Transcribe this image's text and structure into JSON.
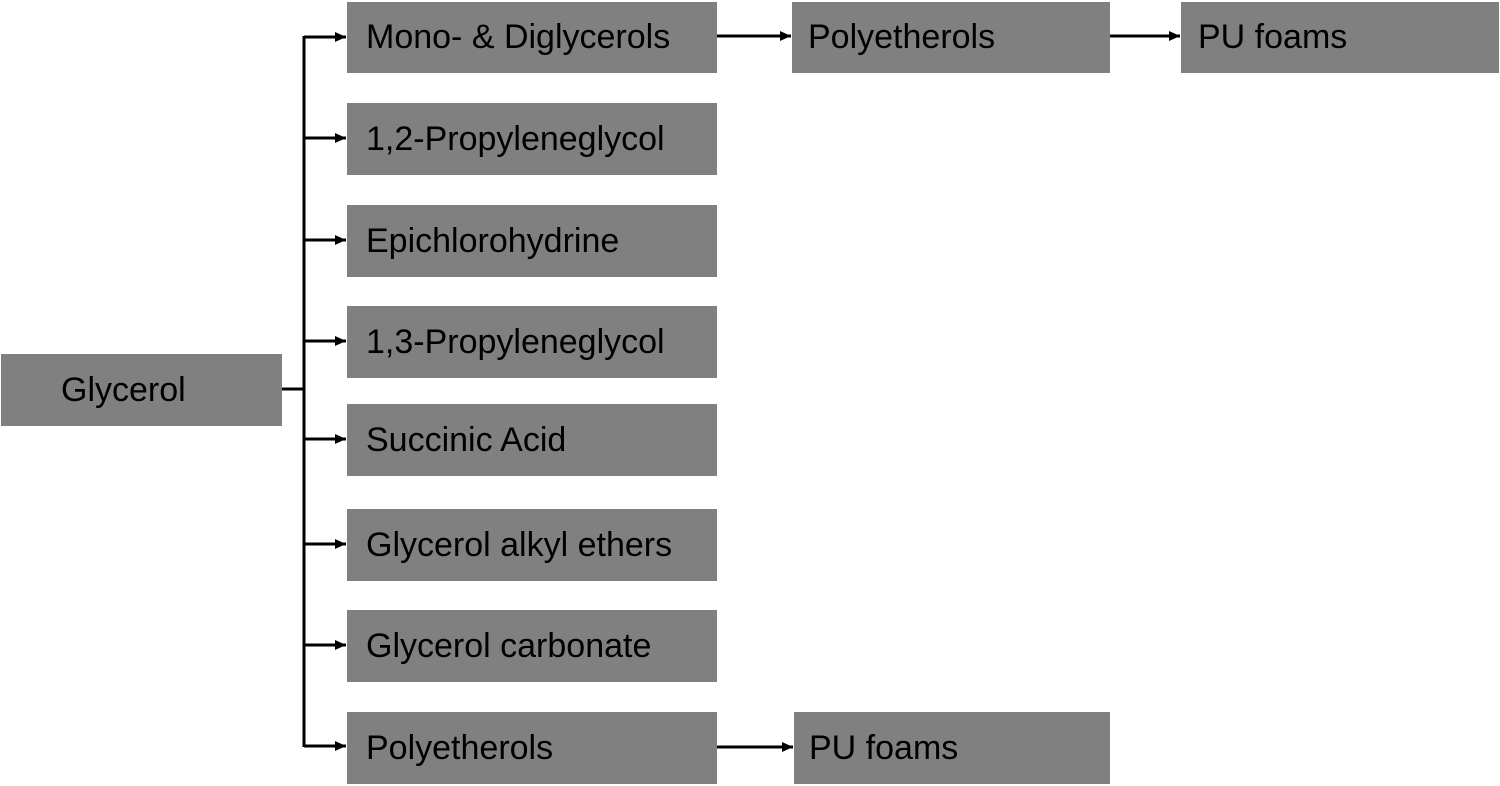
{
  "nodes": {
    "glycerol": "Glycerol",
    "mono_diglycerols": "Mono- & Diglycerols",
    "polyetherols_a": "Polyetherols",
    "pu_foams_a": "PU foams",
    "propyleneglycol_12": "1,2-Propyleneglycol",
    "epichlorohydrine": "Epichlorohydrine",
    "propyleneglycol_13": "1,3-Propyleneglycol",
    "succinic_acid": "Succinic Acid",
    "glycerol_alkyl_ethers": "Glycerol alkyl ethers",
    "glycerol_carbonate": "Glycerol carbonate",
    "polyetherols_b": "Polyetherols",
    "pu_foams_b": "PU foams"
  },
  "colors": {
    "box": "#808080",
    "line": "#000000",
    "text": "#000000"
  }
}
